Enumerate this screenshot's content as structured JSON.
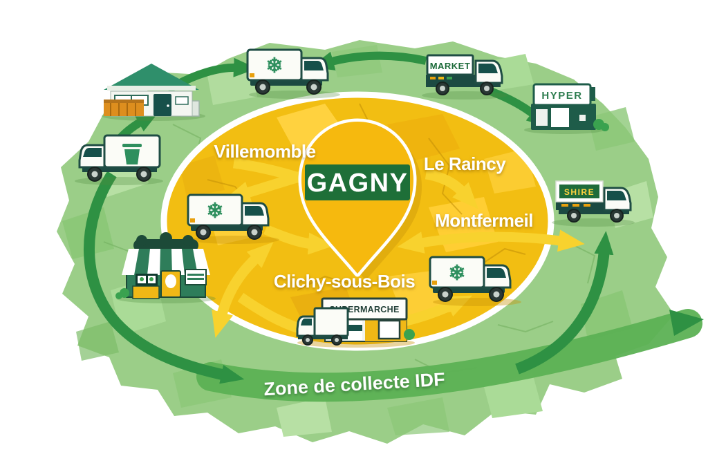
{
  "illustration": {
    "center_pin": {
      "label": "GAGNY"
    },
    "cities": {
      "villemomble": "Villemomble",
      "le_raincy": "Le Raincy",
      "montfermeil": "Montfermeil",
      "clichy_sous_bois": "Clichy-sous-Bois"
    },
    "banner": {
      "label": "Zone de collecte IDF"
    },
    "signs": {
      "market": "MARKET",
      "hyper": "HYPER",
      "shire": "SHIRE",
      "supermarche": "SUPERMARCHE"
    },
    "icons": {
      "snowflake": "❄"
    },
    "colors": {
      "map_green": "#9BCE88",
      "map_green_light": "#B7E0A4",
      "map_green_dark": "#82C06C",
      "flow_arrow_green": "#2E9143",
      "zone_yellow": "#F2BE12",
      "zone_yellow_light": "#FFD23F",
      "flow_arrow_yellow": "#F8D22E",
      "pin_yellow": "#F6B90E",
      "pin_band_green": "#1E6F38",
      "ribbon_green": "#5CB154",
      "vehicle_outline": "#1F4D44",
      "label_white": "#FFFFFF"
    }
  }
}
